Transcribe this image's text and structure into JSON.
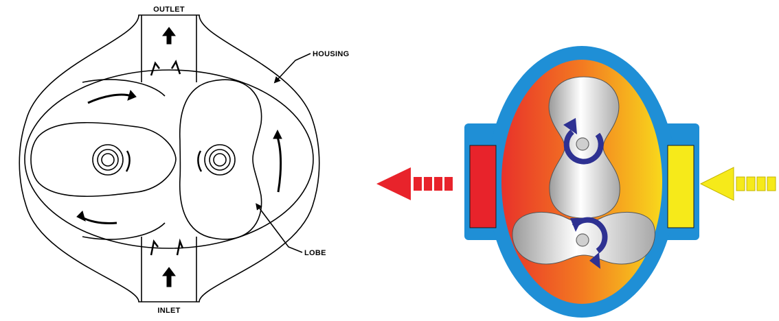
{
  "left_diagram": {
    "labels": {
      "outlet": "OUTLET",
      "inlet": "INLET",
      "housing": "HOUSING",
      "lobe": "LOBE"
    }
  },
  "right_diagram": {
    "colors": {
      "housing_blue": "#1f8fd6",
      "discharge_red": "#e8232b",
      "suction_yellow": "#f6ea1a",
      "rotation_arrow": "#2e3192",
      "gradient_left": "#e8322a",
      "gradient_mid": "#f37a21",
      "gradient_right": "#f8d81c"
    },
    "icons": [
      "discharge-arrow-icon",
      "suction-arrow-icon",
      "rotation-arrow-icon"
    ]
  }
}
